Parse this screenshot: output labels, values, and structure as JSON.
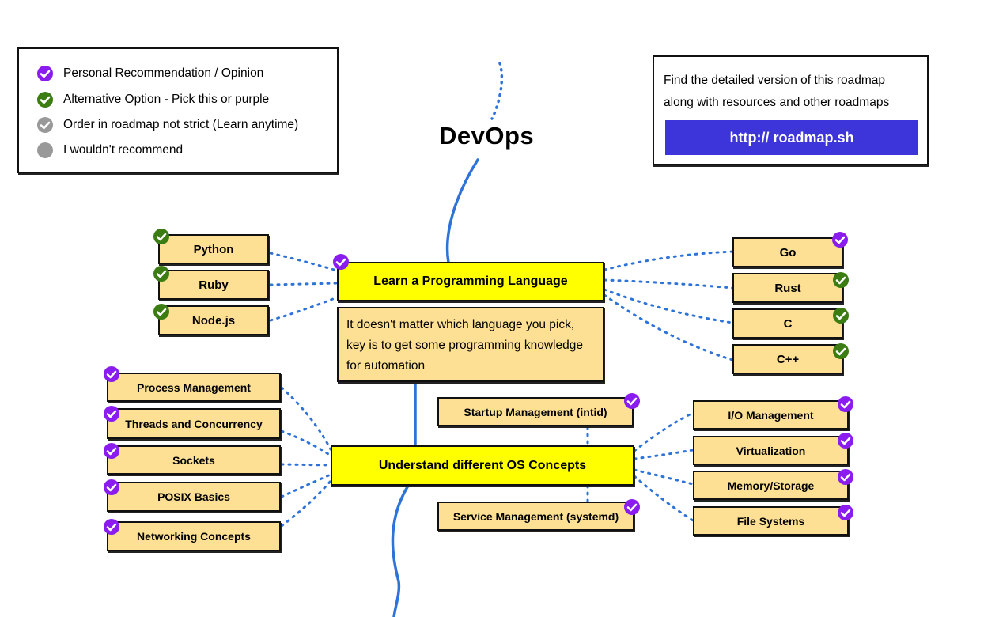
{
  "title": "DevOps",
  "legend": [
    {
      "label": "Personal Recommendation / Opinion",
      "status": "purple"
    },
    {
      "label": "Alternative Option - Pick this or purple",
      "status": "green"
    },
    {
      "label": "Order in roadmap not strict (Learn anytime)",
      "status": "grey-check"
    },
    {
      "label": "I wouldn't recommend",
      "status": "grey-dot"
    }
  ],
  "info": {
    "line1": "Find the detailed version of this roadmap",
    "line2": "along with resources and other roadmaps",
    "link": "http:// roadmap.sh"
  },
  "programming": {
    "main": "Learn a Programming Language",
    "description": "It doesn't matter which language you pick, key is to get some programming knowledge for automation",
    "left": [
      {
        "label": "Python",
        "status": "green"
      },
      {
        "label": "Ruby",
        "status": "green"
      },
      {
        "label": "Node.js",
        "status": "green"
      }
    ],
    "right": [
      {
        "label": "Go",
        "status": "purple"
      },
      {
        "label": "Rust",
        "status": "green"
      },
      {
        "label": "C",
        "status": "green"
      },
      {
        "label": "C++",
        "status": "green"
      }
    ]
  },
  "os": {
    "main": "Understand different OS Concepts",
    "left": [
      {
        "label": "Process Management",
        "status": "purple"
      },
      {
        "label": "Threads and Concurrency",
        "status": "purple"
      },
      {
        "label": "Sockets",
        "status": "purple"
      },
      {
        "label": "POSIX Basics",
        "status": "purple"
      },
      {
        "label": "Networking Concepts",
        "status": "purple"
      }
    ],
    "top": {
      "label": "Startup Management (intid)",
      "status": "purple"
    },
    "bottom": {
      "label": "Service Management (systemd)",
      "status": "purple"
    },
    "right": [
      {
        "label": "I/O Management",
        "status": "purple"
      },
      {
        "label": "Virtualization",
        "status": "purple"
      },
      {
        "label": "Memory/Storage",
        "status": "purple"
      },
      {
        "label": "File Systems",
        "status": "purple"
      }
    ]
  },
  "colors": {
    "purple": "#8a1cf0",
    "green": "#3b7d12",
    "grey": "#999999",
    "tan": "#fde094",
    "yellow": "#ffff00",
    "spine": "#2e73d8",
    "link_button": "#3d35d9"
  }
}
